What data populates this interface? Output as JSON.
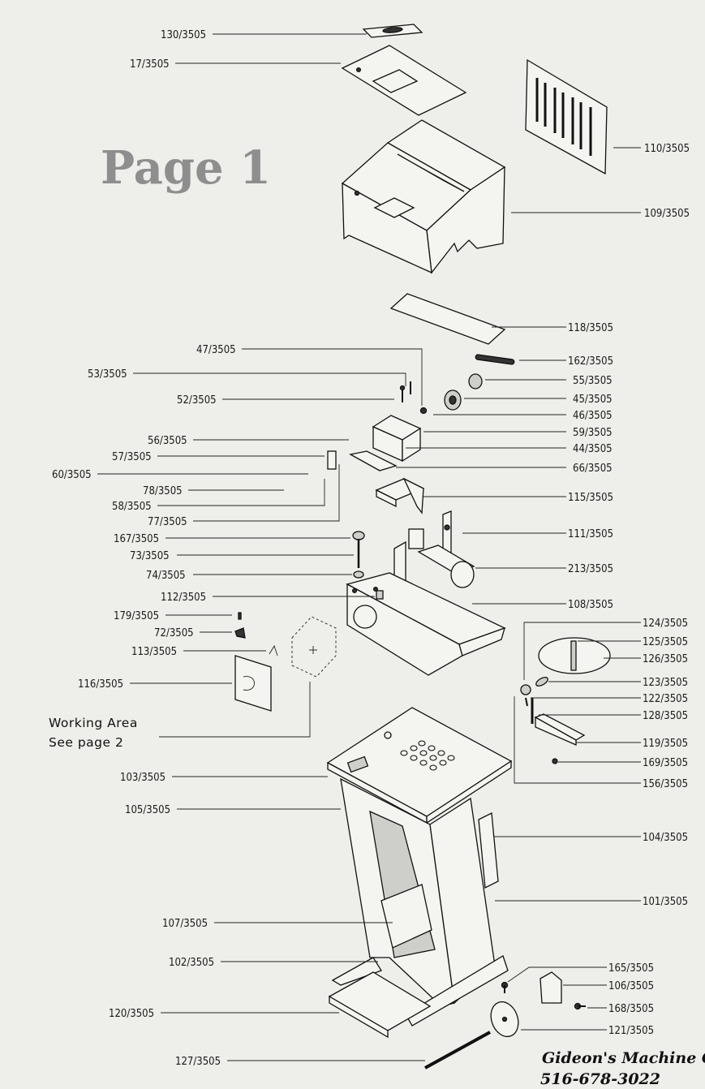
{
  "page_title": "Page 1",
  "working_area_note": [
    "Working Area",
    "See page 2"
  ],
  "company": {
    "name": "Gideon's Machine Corp.",
    "phone": "516-678-3022"
  },
  "part_labels": {
    "p130": "130/3505",
    "p17": "17/3505",
    "p110": "110/3505",
    "p109": "109/3505",
    "p118": "118/3505",
    "p47": "47/3505",
    "p162": "162/3505",
    "p53": "53/3505",
    "p55": "55/3505",
    "p45": "45/3505",
    "p52": "52/3505",
    "p46": "46/3505",
    "p59": "59/3505",
    "p56": "56/3505",
    "p44": "44/3505",
    "p57": "57/3505",
    "p66": "66/3505",
    "p60": "60/3505",
    "p78": "78/3505",
    "p115": "115/3505",
    "p58": "58/3505",
    "p77": "77/3505",
    "p111": "111/3505",
    "p167": "167/3505",
    "p73": "73/3505",
    "p213": "213/3505",
    "p74": "74/3505",
    "p112": "112/3505",
    "p108": "108/3505",
    "p179": "179/3505",
    "p124": "124/3505",
    "p72": "72/3505",
    "p125": "125/3505",
    "p113": "113/3505",
    "p126": "126/3505",
    "p116": "116/3505",
    "p123": "123/3505",
    "p122": "122/3505",
    "p128": "128/3505",
    "p119": "119/3505",
    "p169": "169/3505",
    "p103": "103/3505",
    "p156": "156/3505",
    "p105": "105/3505",
    "p104": "104/3505",
    "p101": "101/3505",
    "p107": "107/3505",
    "p102": "102/3505",
    "p165": "165/3505",
    "p106": "106/3505",
    "p120": "120/3505",
    "p168": "168/3505",
    "p121": "121/3505",
    "p127": "127/3505"
  }
}
